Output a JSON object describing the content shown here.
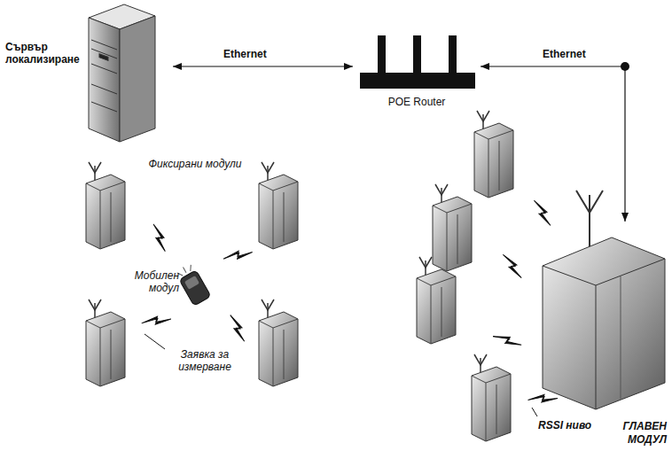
{
  "diagram": {
    "nodes": [
      {
        "text": [
          "Сървър локализиране"
        ]
      },
      {
        "text": [
          "POE Router"
        ]
      },
      {
        "text": [
          "Мобилен модул"
        ]
      },
      {
        "text": [
          "ГЛАВЕН МОДУЛ"
        ]
      }
    ],
    "edges": [
      {
        "from": 0,
        "to": 1,
        "label": "Ethernet",
        "arrow": "both"
      },
      {
        "from": 1,
        "to": 3,
        "label": "Ethernet",
        "arrow": "both"
      }
    ],
    "labels": [
      "Фиксирани модули",
      "Заявка за измерване",
      "RSSI ниво"
    ]
  }
}
